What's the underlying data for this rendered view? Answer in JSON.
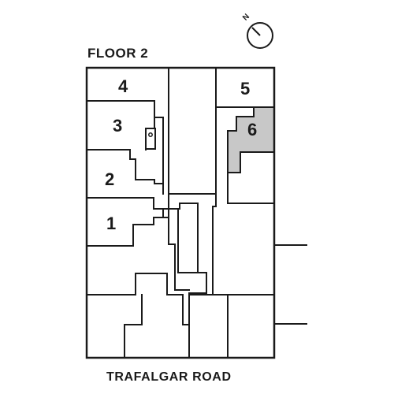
{
  "floor_title": "FLOOR 2",
  "road_label": "TRAFALGAR ROAD",
  "compass": {
    "north_label": "N"
  },
  "units": [
    {
      "number": "4",
      "highlighted": false
    },
    {
      "number": "5",
      "highlighted": false
    },
    {
      "number": "3",
      "highlighted": false
    },
    {
      "number": "6",
      "highlighted": true
    },
    {
      "number": "2",
      "highlighted": false
    },
    {
      "number": "1",
      "highlighted": false
    }
  ],
  "colors": {
    "wall": "#1a1a1a",
    "highlight_fill": "#c8c8c8",
    "background": "#ffffff"
  }
}
